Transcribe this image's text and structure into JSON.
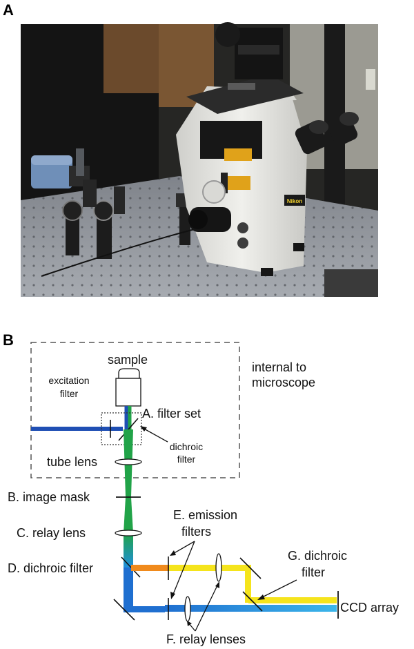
{
  "panels": {
    "a_letter": "A",
    "b_letter": "B"
  },
  "photo": {
    "brand_text": "Nikon"
  },
  "diagram": {
    "sample": "sample",
    "internal_line1": "internal to",
    "internal_line2": "microscope",
    "excitation_line1": "excitation",
    "excitation_line2": "filter",
    "filter_set": "A. filter set",
    "dichroic_small_line1": "dichroic",
    "dichroic_small_line2": "filter",
    "tube_lens": "tube lens",
    "image_mask": "B. image mask",
    "relay_lens": "C. relay lens",
    "dichroic_d": "D. dichroic filter",
    "emission_line1": "E. emission",
    "emission_line2": "filters",
    "dichroic_g_line1": "G. dichroic",
    "dichroic_g_line2": "filter",
    "ccd": "CCD array",
    "relay_lenses_f": "F. relay lenses"
  },
  "colors": {
    "excitation_beam": "#1f4fb4",
    "emission_green": "#21a348",
    "orange_beam": "#f08a1c",
    "yellow_beam": "#f5e41c",
    "blue_beam": "#1f8fdc",
    "photo_floor": "#3a3a3a",
    "table_gray": "#8b8f95",
    "microscope_white": "#e6e6e2"
  }
}
